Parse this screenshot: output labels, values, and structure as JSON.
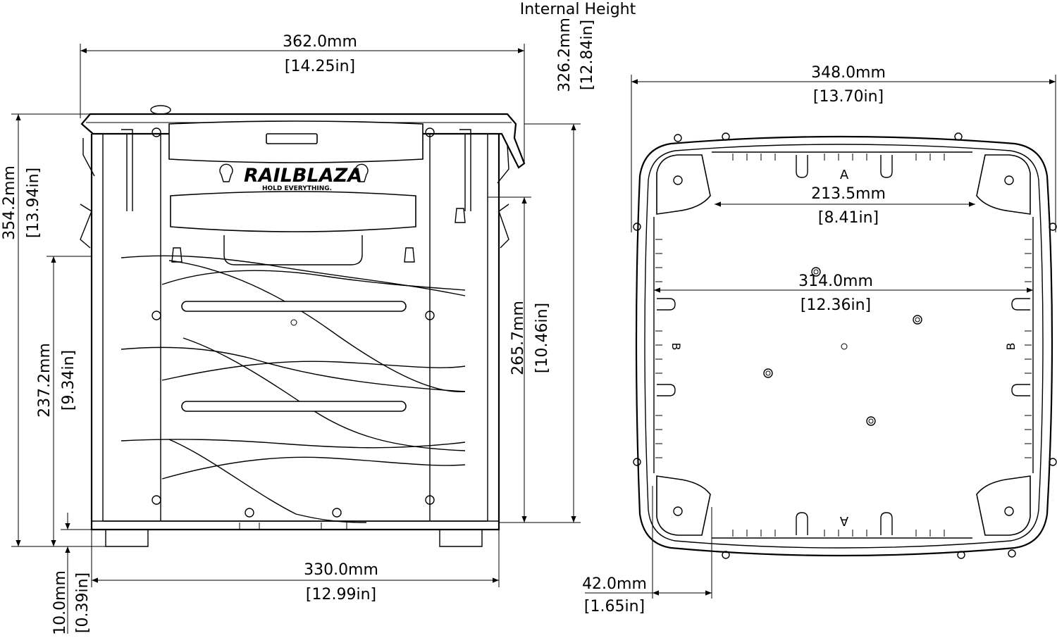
{
  "front_view": {
    "internal_height_label": "Internal Height",
    "width_top": {
      "mm": "362.0mm",
      "in": "[14.25in]"
    },
    "internal_height": {
      "mm": "326.2mm",
      "in": "[12.84in]"
    },
    "total_height": {
      "mm": "354.2mm",
      "in": "[13.94in]"
    },
    "inner_height": {
      "mm": "265.7mm",
      "in": "[10.46in]"
    },
    "side_height": {
      "mm": "237.2mm",
      "in": "[9.34in]"
    },
    "foot_height": {
      "mm": "10.0mm",
      "in": "[0.39in]"
    },
    "base_width": {
      "mm": "330.0mm",
      "in": "[12.99in]"
    },
    "brand": "RAILBLAZA",
    "tagline": "HOLD EVERYTHING."
  },
  "top_view": {
    "outer_width": {
      "mm": "348.0mm",
      "in": "[13.70in]"
    },
    "rail_span": {
      "mm": "213.5mm",
      "in": "[8.41in]"
    },
    "inner_width": {
      "mm": "314.0mm",
      "in": "[12.36in]"
    },
    "corner": {
      "mm": "42.0mm",
      "in": "[1.65in]"
    },
    "marker_a": "A",
    "marker_b": "B"
  },
  "colors": {
    "line": "#000000",
    "background": "#ffffff"
  }
}
